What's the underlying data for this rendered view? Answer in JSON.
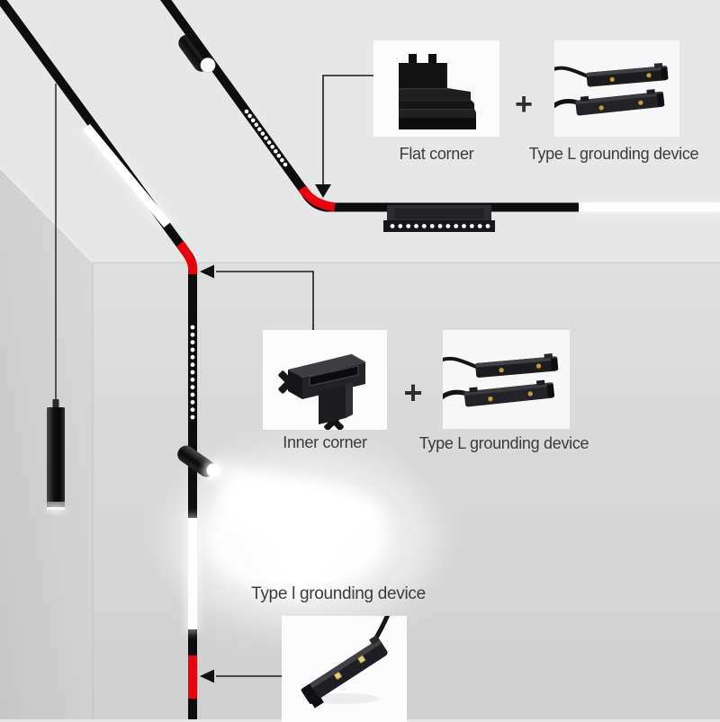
{
  "callouts": {
    "top": {
      "product_label": "Flat corner",
      "plus": "+",
      "grounding_label": "Type L grounding device"
    },
    "middle": {
      "product_label": "Inner corner",
      "plus": "+",
      "grounding_label": "Type L grounding device"
    },
    "bottom": {
      "grounding_label": "Type l grounding device"
    }
  },
  "colors": {
    "track_black": "#0d0d0d",
    "connector_red": "#e8000c",
    "gold_contact": "#c9993f",
    "text": "#3b3b3b",
    "ceiling": "#e7e7e7",
    "wall_light": "#e2e2e2",
    "wall_dark": "#cfcfcf",
    "light_white": "#ffffff"
  }
}
